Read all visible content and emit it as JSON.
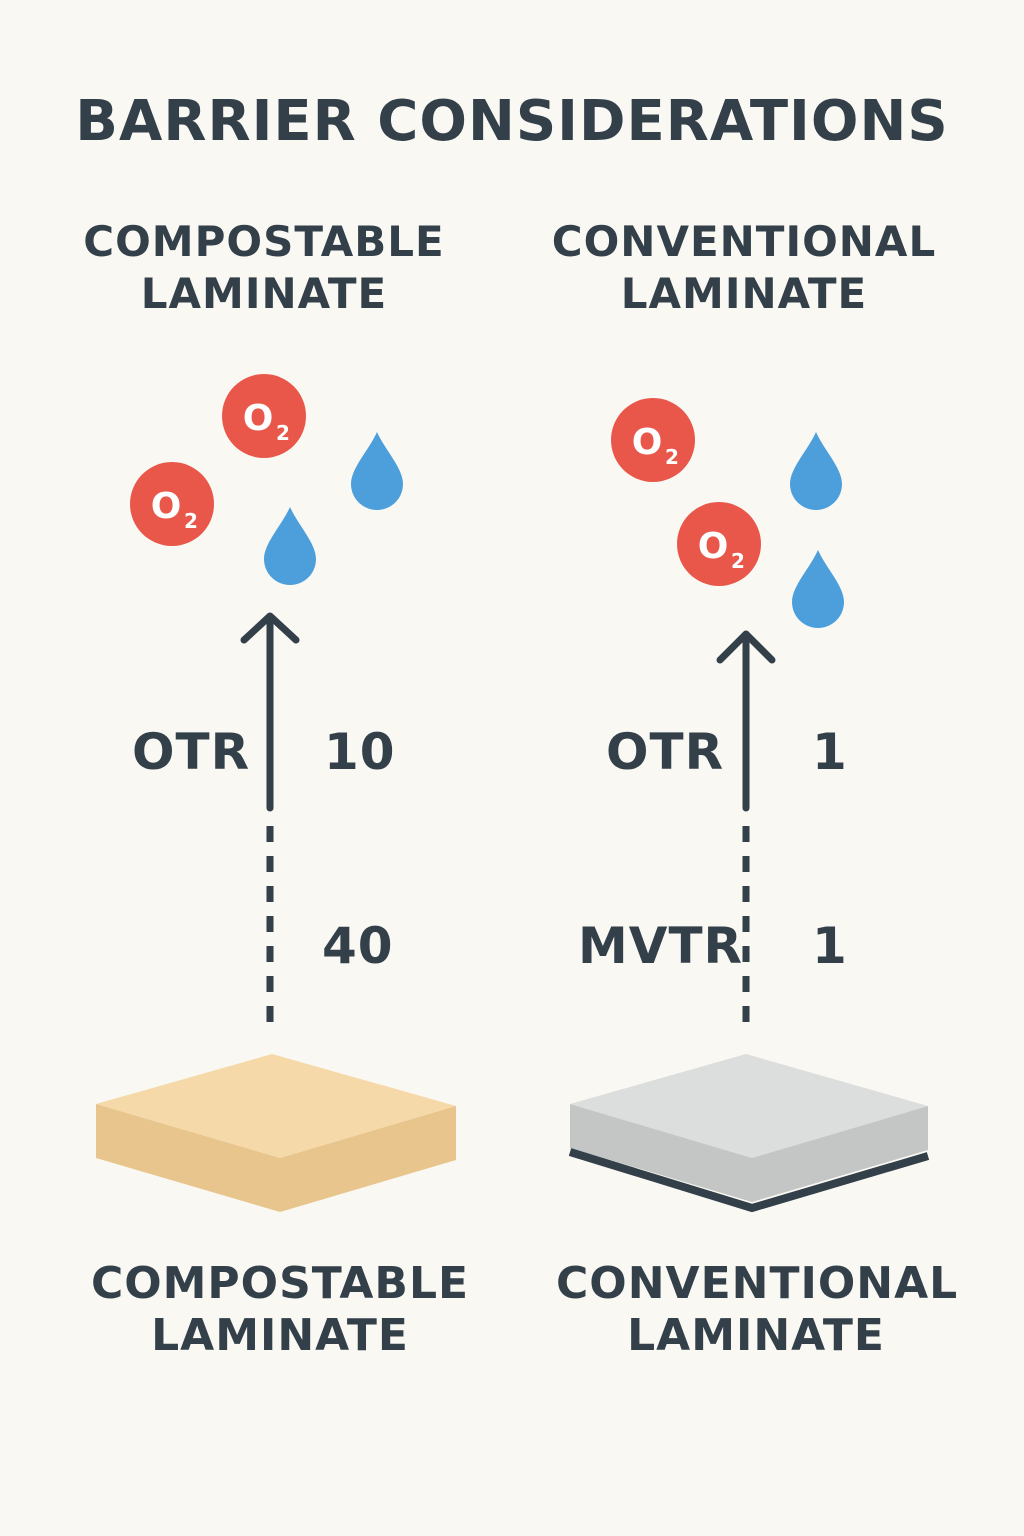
{
  "title": "BARRIER CONSIDERATIONS",
  "colors": {
    "text": "#33404a",
    "oxygen": "#e8574a",
    "water": "#4d9fdc",
    "compostable_top": "#f6d9a8",
    "compostable_side": "#e8c58c",
    "conventional_top": "#dcdedd",
    "conventional_side": "#c3c6c5",
    "background": "#faf8f3"
  },
  "icons": {
    "molecule_label": "O",
    "molecule_subscript": "2"
  },
  "left": {
    "heading_line1": "COMPOSTABLE",
    "heading_line2": "LAMINATE",
    "otr_label": "OTR",
    "otr_value": "10",
    "mvtr_value": "40",
    "footer_line1": "COMPOSTABLE",
    "footer_line2": "LAMINATE"
  },
  "right": {
    "heading_line1": "CONVENTIONAL",
    "heading_line2": "LAMINATE",
    "otr_label": "OTR",
    "otr_value": "1",
    "mvtr_label": "MVTR",
    "mvtr_value": "1",
    "footer_line1": "CONVENTIONAL",
    "footer_line2": "LAMINATE"
  }
}
